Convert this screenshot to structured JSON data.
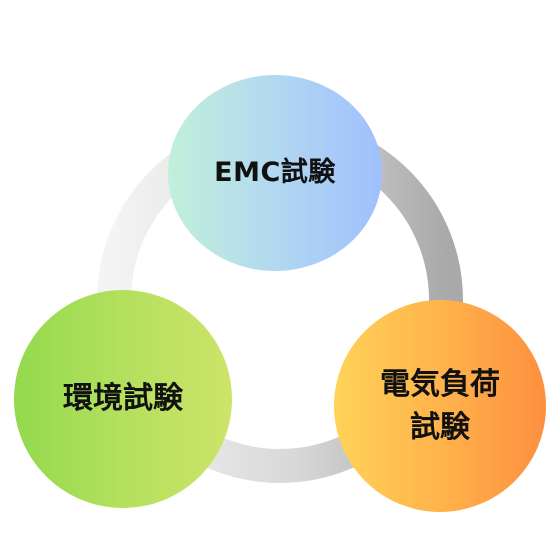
{
  "diagram": {
    "type": "cycle",
    "nodes": [
      {
        "id": "emc",
        "label": "EMC試験"
      },
      {
        "id": "env",
        "label": "環境試験"
      },
      {
        "id": "elec",
        "label": "電気負荷\n試験"
      }
    ],
    "colors": {
      "ring_light": "#f4f4f4",
      "ring_dark": "#a9a9a9",
      "emc_start": "#c1f0da",
      "emc_end": "#9fc0fd",
      "env_start": "#93d94e",
      "env_end": "#cde46a",
      "elec_start": "#ffd359",
      "elec_end": "#fd8f3f",
      "text": "#111111"
    }
  }
}
